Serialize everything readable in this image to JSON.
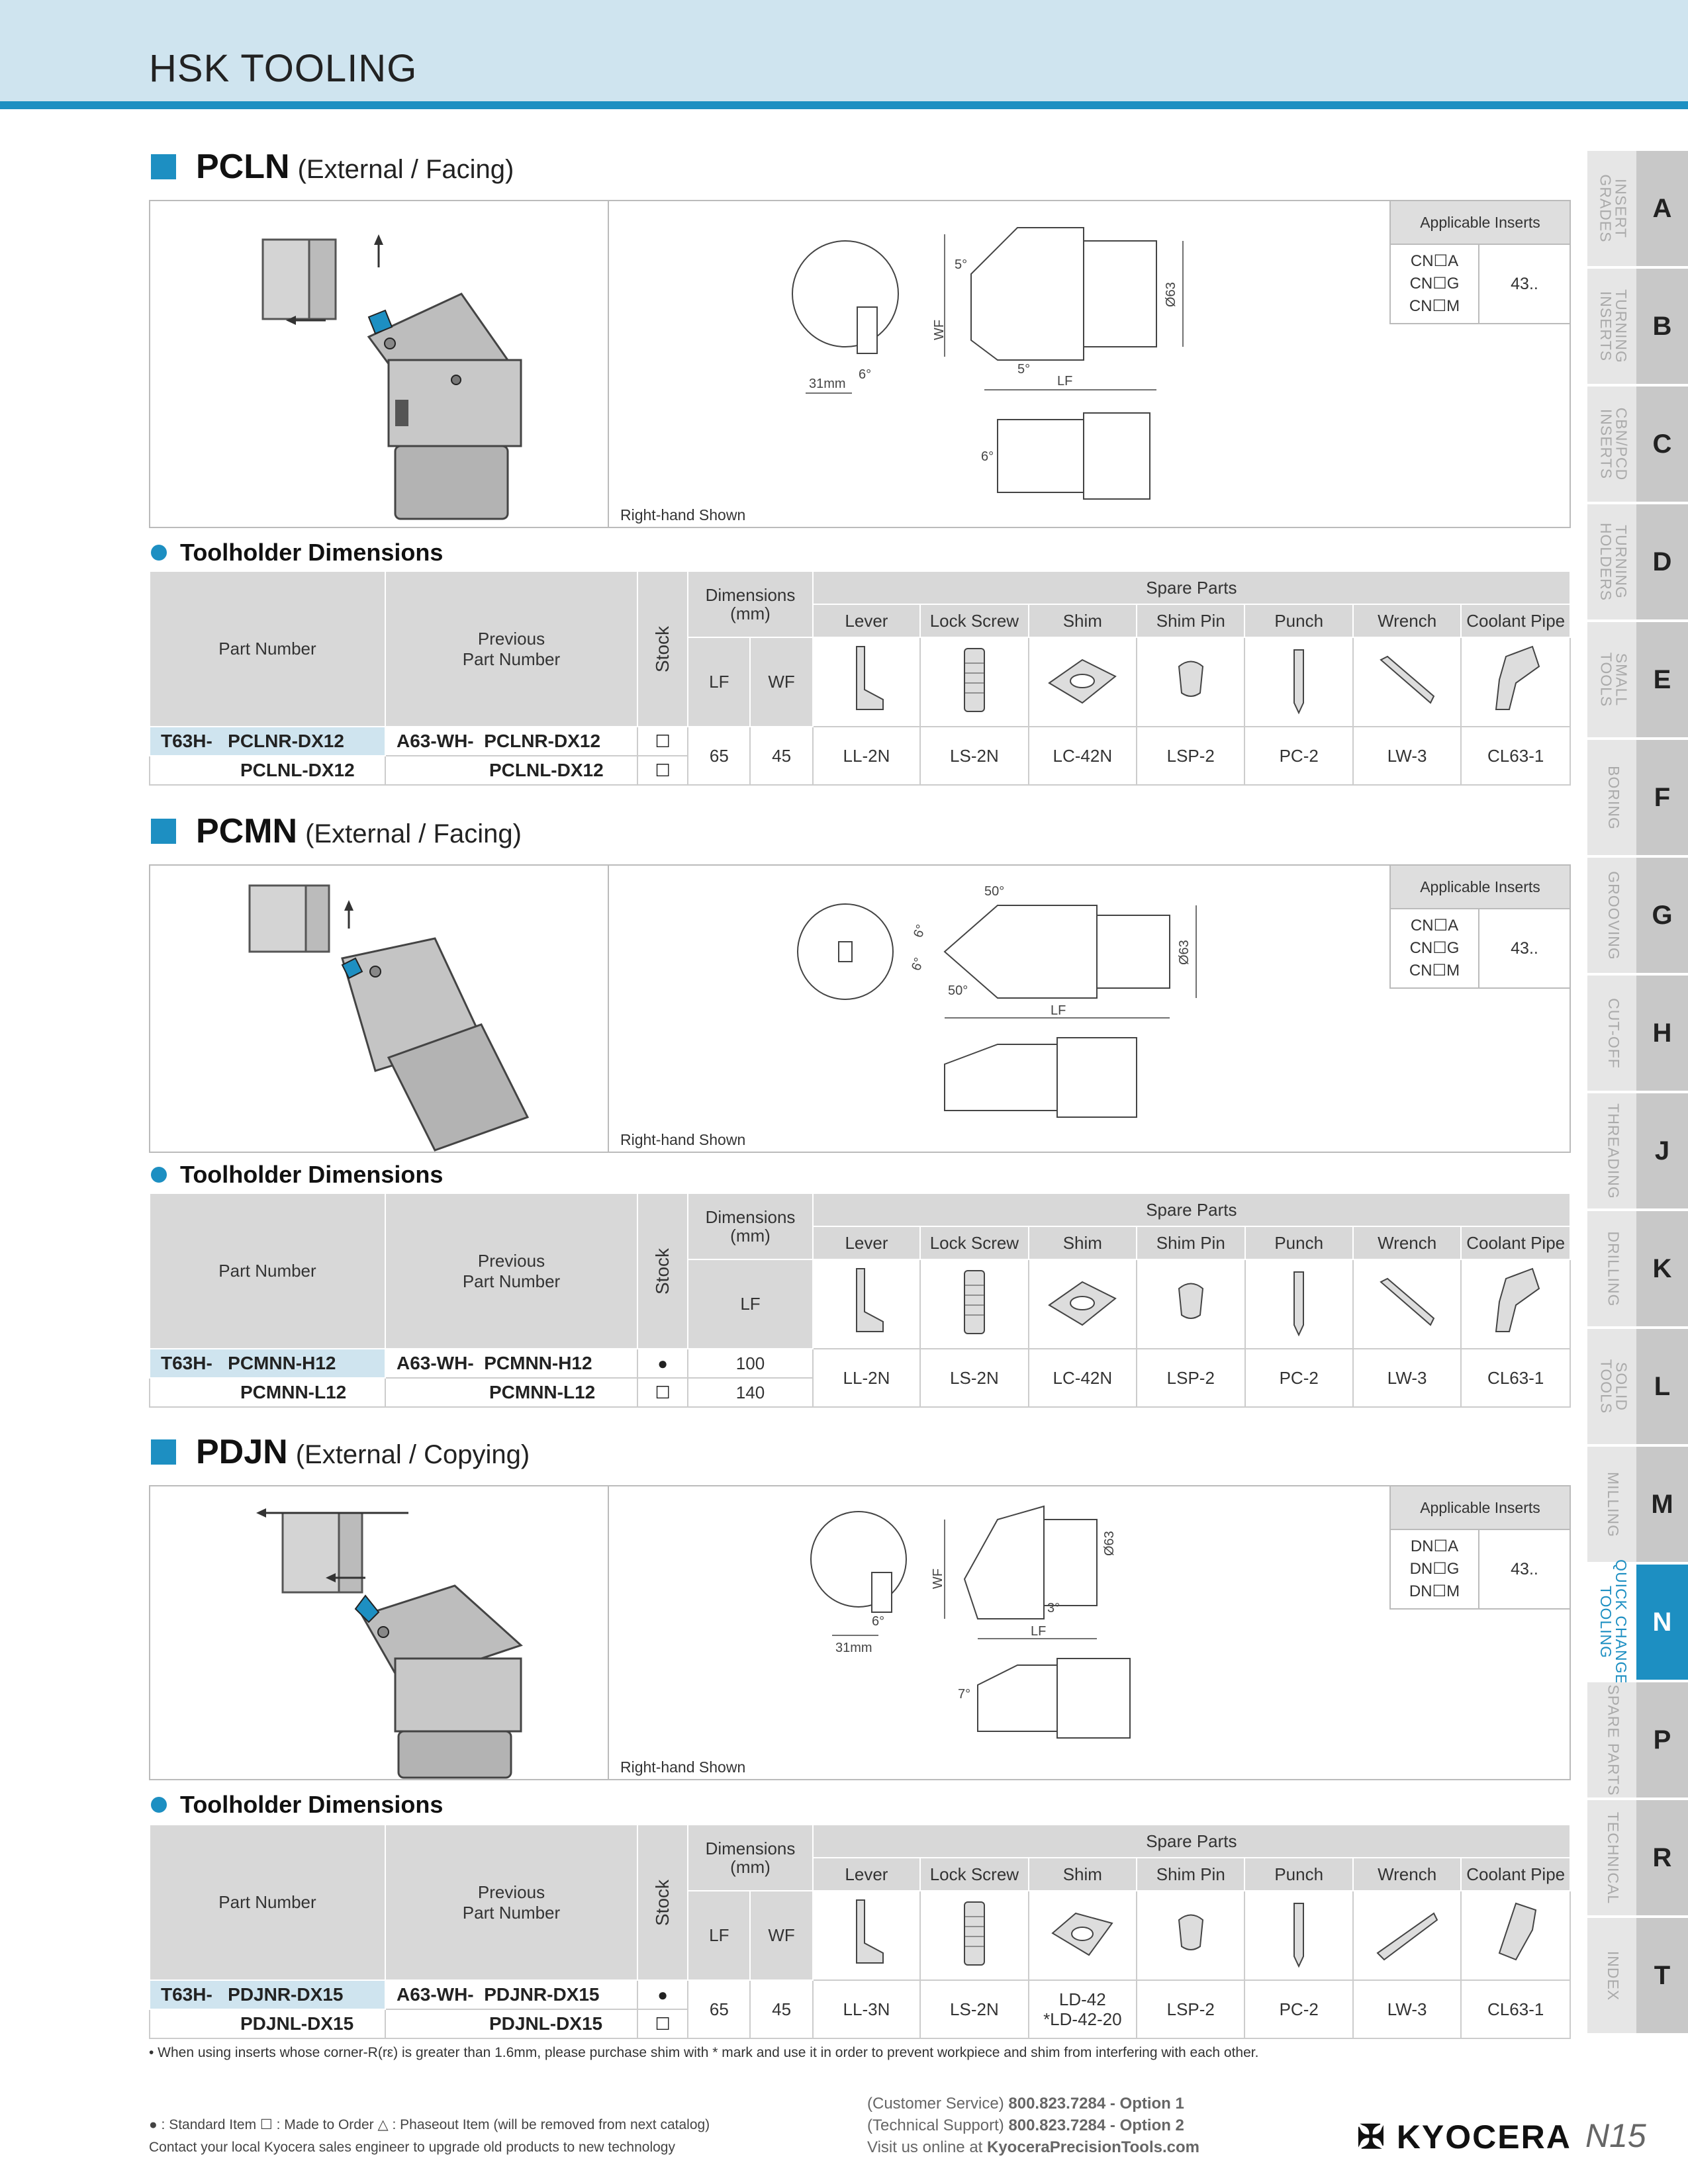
{
  "page": {
    "header_title": "HSK TOOLING",
    "page_number": "N15"
  },
  "tabs": [
    {
      "letter": "A",
      "label": "INSERT\nGRADES"
    },
    {
      "letter": "B",
      "label": "TURNING\nINSERTS"
    },
    {
      "letter": "C",
      "label": "CBN/PCD\nINSERTS"
    },
    {
      "letter": "D",
      "label": "TURNING\nHOLDERS"
    },
    {
      "letter": "E",
      "label": "SMALL\nTOOLS"
    },
    {
      "letter": "F",
      "label": "BORING"
    },
    {
      "letter": "G",
      "label": "GROOVING"
    },
    {
      "letter": "H",
      "label": "CUT-OFF"
    },
    {
      "letter": "J",
      "label": "THREADING"
    },
    {
      "letter": "K",
      "label": "DRILLING"
    },
    {
      "letter": "L",
      "label": "SOLID\nTOOLS"
    },
    {
      "letter": "M",
      "label": "MILLING"
    },
    {
      "letter": "N",
      "label": "QUICK CHANGE\nTOOLING",
      "active": true
    },
    {
      "letter": "P",
      "label": "SPARE PARTS"
    },
    {
      "letter": "R",
      "label": "TECHNICAL"
    },
    {
      "letter": "T",
      "label": "INDEX"
    }
  ],
  "common": {
    "toolholder_dimensions": "Toolholder Dimensions",
    "right_hand_shown": "Right-hand Shown",
    "applicable_inserts": "Applicable Inserts",
    "part_number": "Part Number",
    "previous_part_number": "Previous\nPart Number",
    "stock": "Stock",
    "dimensions_mm": "Dimensions\n(mm)",
    "spare_parts": "Spare Parts",
    "spare_headers": [
      "Lever",
      "Lock Screw",
      "Shim",
      "Shim Pin",
      "Punch",
      "Wrench",
      "Coolant Pipe"
    ],
    "prefix_new": "T63H-",
    "prefix_old": "A63-WH-"
  },
  "sections": [
    {
      "code": "PCLN",
      "subtitle": "(External / Facing)",
      "inserts": [
        "CN☐A",
        "CN☐G",
        "CN☐M"
      ],
      "insert_grade": "43..",
      "dim_headers": [
        "LF",
        "WF"
      ],
      "rows": [
        {
          "part": "PCLNR-DX12",
          "prev": "PCLNR-DX12",
          "stock": "☐"
        },
        {
          "part": "PCLNL-DX12",
          "prev": "PCLNL-DX12",
          "stock": "☐"
        }
      ],
      "dims": [
        "65",
        "45"
      ],
      "spares": [
        "LL-2N",
        "LS-2N",
        "LC-42N",
        "LSP-2",
        "PC-2",
        "LW-3",
        "CL63-1"
      ],
      "draw_labels": {
        "a1": "5°",
        "a2": "5°",
        "a3": "6°",
        "a4": "6°",
        "wf": "WF",
        "lf": "LF",
        "d": "Ø63",
        "m": "31mm"
      }
    },
    {
      "code": "PCMN",
      "subtitle": "(External / Facing)",
      "inserts": [
        "CN☐A",
        "CN☐G",
        "CN☐M"
      ],
      "insert_grade": "43..",
      "dim_headers": [
        "LF"
      ],
      "rows": [
        {
          "part": "PCMNN-H12",
          "prev": "PCMNN-H12",
          "stock": "●",
          "lf": "100"
        },
        {
          "part": "PCMNN-L12",
          "prev": "PCMNN-L12",
          "stock": "☐",
          "lf": "140"
        }
      ],
      "spares": [
        "LL-2N",
        "LS-2N",
        "LC-42N",
        "LSP-2",
        "PC-2",
        "LW-3",
        "CL63-1"
      ],
      "draw_labels": {
        "a1": "50°",
        "a2": "50°",
        "a3": "6°",
        "a4": "6°",
        "lf": "LF",
        "d": "Ø63"
      }
    },
    {
      "code": "PDJN",
      "subtitle": "(External / Copying)",
      "inserts": [
        "DN☐A",
        "DN☐G",
        "DN☐M"
      ],
      "insert_grade": "43..",
      "dim_headers": [
        "LF",
        "WF"
      ],
      "rows": [
        {
          "part": "PDJNR-DX15",
          "prev": "PDJNR-DX15",
          "stock": "●"
        },
        {
          "part": "PDJNL-DX15",
          "prev": "PDJNL-DX15",
          "stock": "☐"
        }
      ],
      "dims": [
        "65",
        "45"
      ],
      "spares": [
        "LL-3N",
        "LS-2N",
        "LD-42\n*LD-42-20",
        "LSP-2",
        "PC-2",
        "LW-3",
        "CL63-1"
      ],
      "draw_labels": {
        "a1": "3°",
        "a3": "6°",
        "a4": "7°",
        "wf": "WF",
        "lf": "LF",
        "d": "Ø63",
        "m": "31mm"
      }
    }
  ],
  "footer": {
    "note": "• When using inserts whose corner-R(rε) is greater than 1.6mm, please purchase shim with * mark and use it in order to prevent workpiece and shim from interfering with each other.",
    "legend": "● : Standard Item  ☐ : Made to Order  △ : Phaseout Item (will be removed from next catalog)",
    "contact": "Contact your local Kyocera sales engineer to upgrade old products to new technology",
    "cs_label": "(Customer Service)",
    "cs_value": "800.823.7284 - Option 1",
    "ts_label": "(Technical Support)",
    "ts_value": "800.823.7284 - Option 2",
    "web_label": "Visit us online at",
    "web_value": "KyoceraPrecisionTools.com",
    "brand": "KYOCERA"
  },
  "colors": {
    "accent": "#1d8fc2",
    "header_bg": "#cfe4ef",
    "table_gray": "#d8d8d8"
  }
}
